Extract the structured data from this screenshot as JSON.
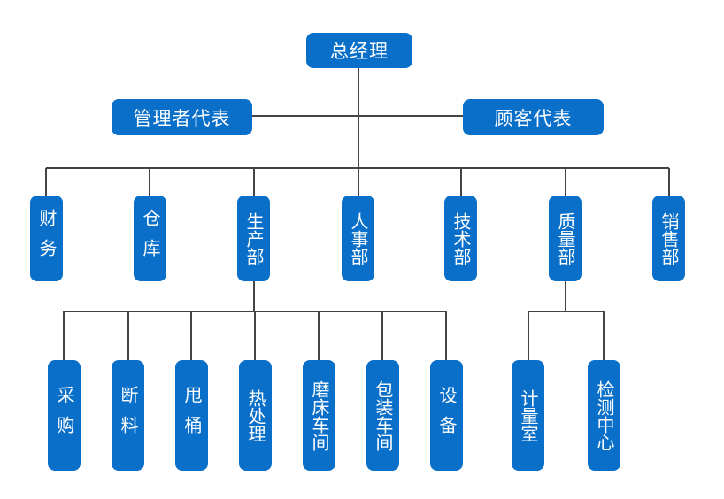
{
  "top": {
    "label": "总经理"
  },
  "side_left": {
    "label": "管理者代表"
  },
  "side_right": {
    "label": "顾客代表"
  },
  "departments": [
    {
      "label": "财务"
    },
    {
      "label": "仓库"
    },
    {
      "label": "生产部"
    },
    {
      "label": "人事部"
    },
    {
      "label": "技术部"
    },
    {
      "label": "质量部"
    },
    {
      "label": "销售部"
    }
  ],
  "production_units": [
    {
      "label": "采购"
    },
    {
      "label": "断料"
    },
    {
      "label": "甩桶"
    },
    {
      "label": "热处理"
    },
    {
      "label": "磨床车间"
    },
    {
      "label": "包装车间"
    },
    {
      "label": "设备"
    }
  ],
  "quality_units": [
    {
      "label": "计量室"
    },
    {
      "label": "检测中心"
    }
  ],
  "colors": {
    "box_fill": "#0a6fc9",
    "box_text": "#ffffff",
    "line": "#444444"
  }
}
